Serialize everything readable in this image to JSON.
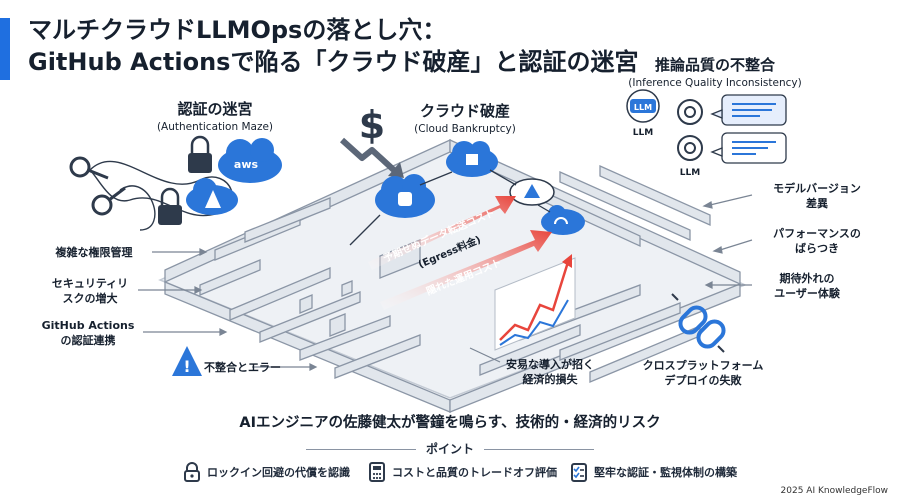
{
  "title": {
    "line1": "マルチクラウドLLMOpsの落とし穴：",
    "line2": "GitHub Actionsで陥る「クラウド破産」と認証の迷宮"
  },
  "sections": {
    "auth": {
      "title": "認証の迷宮",
      "subtitle": "(Authentication Maze)"
    },
    "cloud": {
      "title": "クラウド破産",
      "subtitle": "(Cloud Bankruptcy)"
    },
    "inference": {
      "title": "推論品質の不整合",
      "subtitle": "(Inference Quality Inconsistency)"
    }
  },
  "left_labels": {
    "complex_perm": "複雑な権限管理",
    "security_1": "セキュリティリ",
    "security_2": "スクの増大",
    "gha_1": "GitHub Actions",
    "gha_2": "の認証連携",
    "mismatch": "不整合とエラー"
  },
  "right_labels": {
    "model_1": "モデルバージョン",
    "model_2": "差異",
    "perf_1": "パフォーマンスの",
    "perf_2": "ばらつき",
    "ux_1": "期待外れの",
    "ux_2": "ユーザー体験",
    "deploy_1": "クロスプラットフォーム",
    "deploy_2": "デプロイの失敗"
  },
  "center_labels": {
    "transfer_cost": "予期せぬデータ転送コスト",
    "egress": "(Egress料金)",
    "hidden_cost": "隠れた運用コスト",
    "loss_1": "安易な導入が招く",
    "loss_2": "経済的損失",
    "llm": "LLM",
    "aws": "aws"
  },
  "bottom": {
    "warning": "AIエンジニアの佐藤健太が警鐘を鳴らす、技術的・経済的リスク",
    "points_title": "ポイント",
    "points": [
      "ロックイン回避の代償を認識",
      "コストと品質のトレードオフ評価",
      "堅牢な認証・監視体制の構築"
    ],
    "footer": "2025 AI KnowledgeFlow"
  },
  "colors": {
    "accent": "#1f6fe0",
    "danger": "#e8453c",
    "maze": "#d6dce4"
  }
}
